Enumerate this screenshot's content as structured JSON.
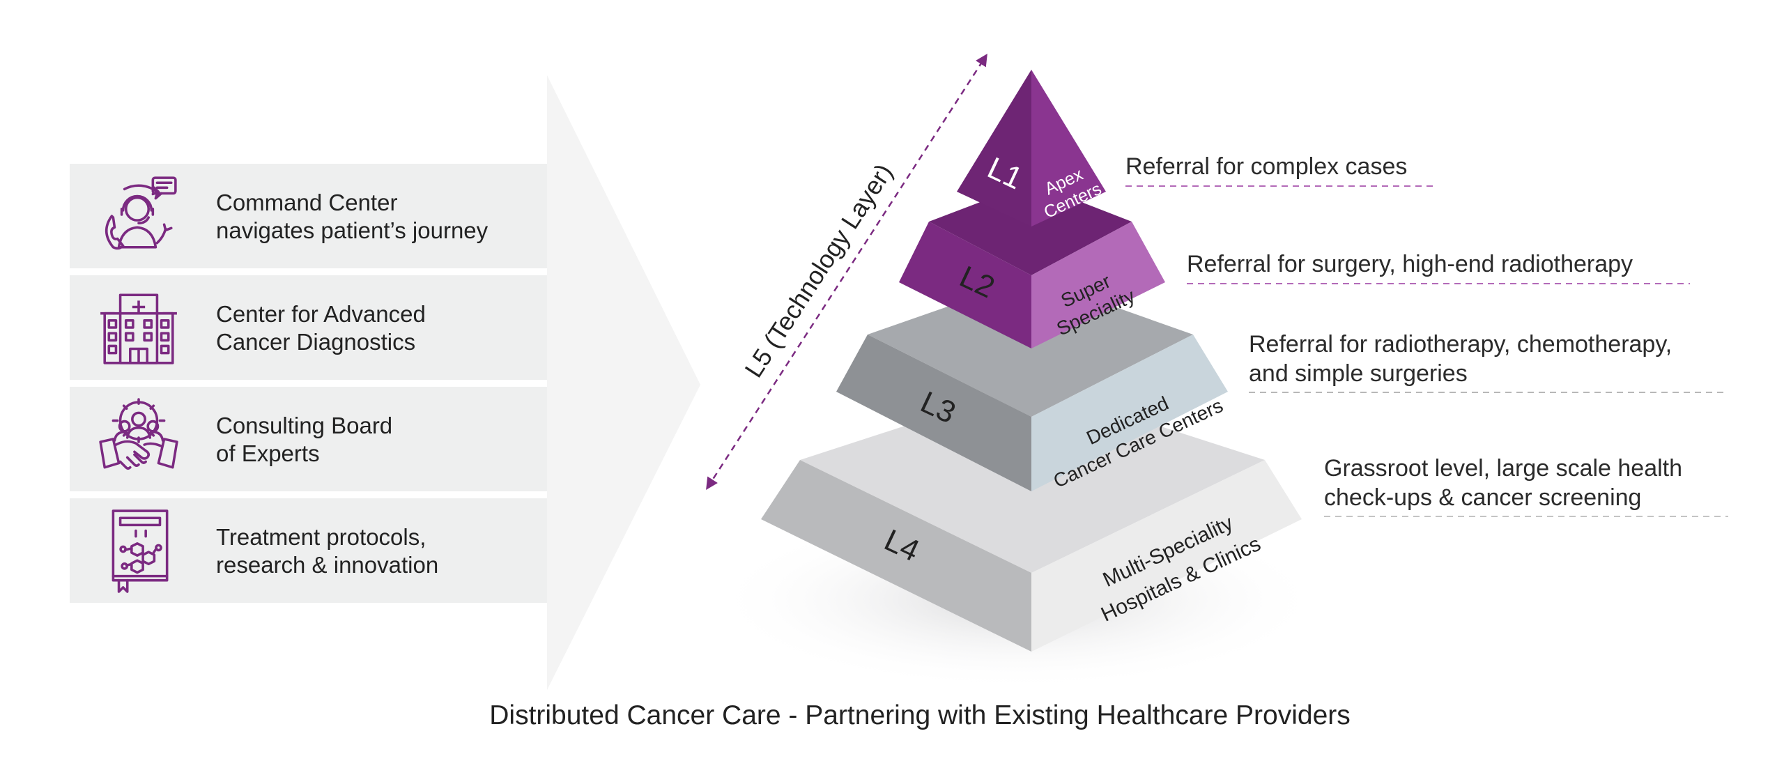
{
  "panels": [
    {
      "icon": "headset-agent-icon",
      "lines": [
        "Command Center",
        "navigates patient’s journey"
      ]
    },
    {
      "icon": "hospital-building-icon",
      "lines": [
        "Center for Advanced",
        "Cancer Diagnostics"
      ]
    },
    {
      "icon": "experts-handshake-icon",
      "lines": [
        "Consulting Board",
        "of Experts"
      ]
    },
    {
      "icon": "research-book-icon",
      "lines": [
        "Treatment protocols,",
        "research & innovation"
      ]
    }
  ],
  "pyramid": {
    "technology_layer": "L5 (Technology Layer)",
    "levels": [
      {
        "code": "L1",
        "name_lines": [
          "Apex",
          "Centers"
        ]
      },
      {
        "code": "L2",
        "name_lines": [
          "Super",
          "Speciality"
        ]
      },
      {
        "code": "L3",
        "name_lines": [
          "Dedicated",
          "Cancer Care Centers"
        ]
      },
      {
        "code": "L4",
        "name_lines": [
          "Multi-Speciality",
          "Hospitals & Clinics"
        ]
      }
    ],
    "referrals": [
      {
        "lines": [
          "Referral for complex cases"
        ]
      },
      {
        "lines": [
          "Referral for surgery, high-end radiotherapy"
        ]
      },
      {
        "lines": [
          "Referral for radiotherapy, chemotherapy,",
          "and simple surgeries"
        ]
      },
      {
        "lines": [
          "Grassroot level, large scale health",
          "check-ups & cancer screening"
        ]
      }
    ]
  },
  "caption": "Distributed Cancer Care - Partnering with Existing Healthcare Providers",
  "colors": {
    "purple": "#7b2a81",
    "purple_light": "#b36ab8",
    "slate": "#8e9195",
    "slate_light": "#c9d5dc",
    "grey": "#b9babc",
    "grey_light": "#ececec",
    "panel": "#eeefef"
  }
}
